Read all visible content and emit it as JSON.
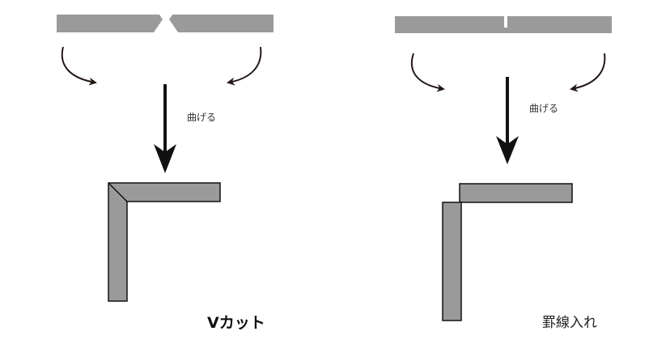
{
  "panels": {
    "left": {
      "bend_label": "曲げる",
      "method_label": "Vカット"
    },
    "right": {
      "bend_label": "曲げる",
      "method_label": "罫線入れ"
    }
  },
  "colors": {
    "board_fill": "#9a9a9a",
    "board_stroke": "#111111",
    "arrow": "#111111",
    "curved_arrow": "#231815",
    "groove_mark": "#ffffff"
  }
}
